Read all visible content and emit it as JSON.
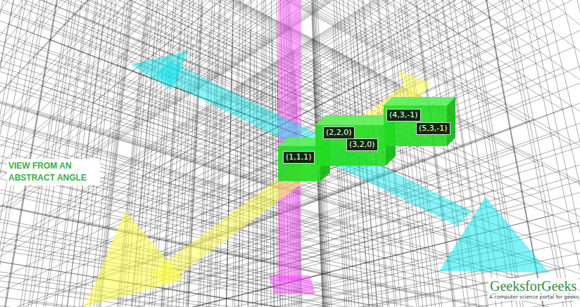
{
  "diagram": {
    "nodes": [
      {
        "text": [
          "(1,1,1)"
        ]
      },
      {
        "text": [
          "(2,2,0)"
        ]
      },
      {
        "text": [
          "(3,2,0)"
        ]
      },
      {
        "text": [
          "(4,3,-1)"
        ]
      },
      {
        "text": [
          "(5,3,-1)"
        ]
      }
    ],
    "labels": [
      "VIEW FROM AN ABSTRACT ANGLE",
      "GeeksforGeeks",
      "A computer science portal for geeks"
    ]
  }
}
